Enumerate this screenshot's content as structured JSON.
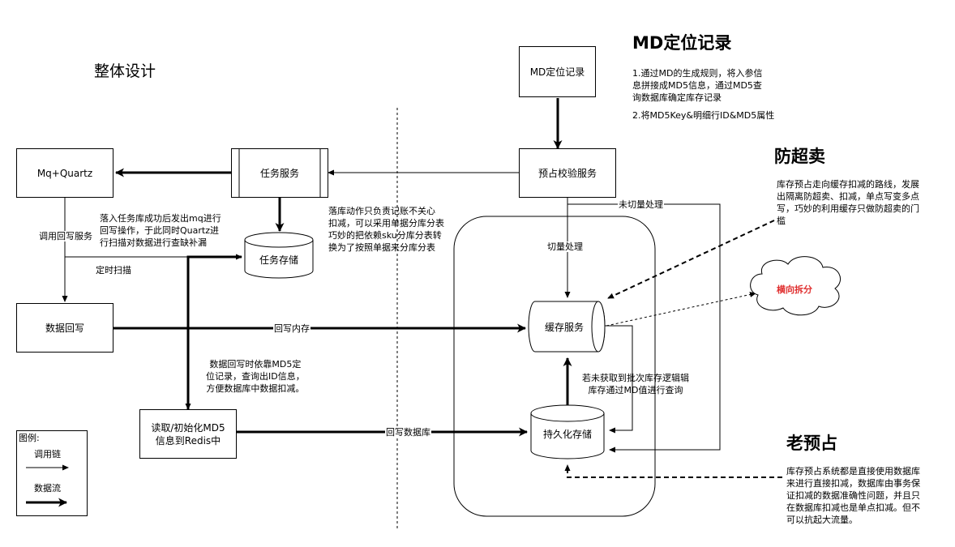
{
  "title": "整体设计",
  "headings": {
    "md": "MD定位记录",
    "anti_oversell": "防超卖",
    "old_reserve": "老预占"
  },
  "nodes": {
    "md_record": "MD定位记录",
    "mq_quartz": "Mq+Quartz",
    "task_service": "任务服务",
    "reserve_check": "预占校验服务",
    "task_storage": "任务存储",
    "data_writeback": "数据回写",
    "cache_service": "缓存服务",
    "read_init": "读取/初始化MD5\n信息到Redis中",
    "persistent_storage": "持久化存储",
    "horizontal_split": "横向拆分"
  },
  "edge_labels": {
    "call_writeback": "调用回写服务",
    "timed_scan": "定时扫描",
    "not_switched": "未切量处理",
    "switched": "切量处理",
    "writeback_memory": "回写内存",
    "writeback_db": "回写数据库"
  },
  "notes": {
    "md_rules": "1.通过MD的生成规则，将入参信\n息拼接成MD5信息，通过MD5查\n询数据库确定库存记录",
    "md_attrs": "2.将MD5Key&明细行ID&MD5属性",
    "task_note": "落入任务库成功后发出mq进行\n回写操作，于此同时Quartz进\n行扫描对数据进行查缺补漏",
    "sharding_note": "落库动作只负责记账不关心\n扣减，可以采用单据分库分表\n巧妙的把依赖sku分库分表转\n换为了按照单据来分库分表",
    "anti_oversell_note": "库存预占走向缓存扣减的路线，发展\n出隔离防超卖、扣减，单点写变多点\n写，巧妙的利用缓存只做防超卖的门\n槛",
    "writeback_md5_note": "数据回写时依靠MD5定\n位记录，查询出ID信息，\n方便数据库中数据扣减。",
    "fallback_note": "若未获取到批次库存逻辑辑\n库存通过MD值进行查询",
    "old_reserve_note": "库存预占系统都是直接使用数据库\n来进行直接扣减，数据库由事务保\n证扣减的数据准确性问题，并且只\n在数据库扣减也是单点扣减。但不\n可以抗起大流量。"
  },
  "legend": {
    "title": "图例:",
    "call_chain": "调用链",
    "data_flow": "数据流"
  },
  "colors": {
    "stroke": "#000000",
    "split_text": "#e03030",
    "background": "#ffffff"
  }
}
